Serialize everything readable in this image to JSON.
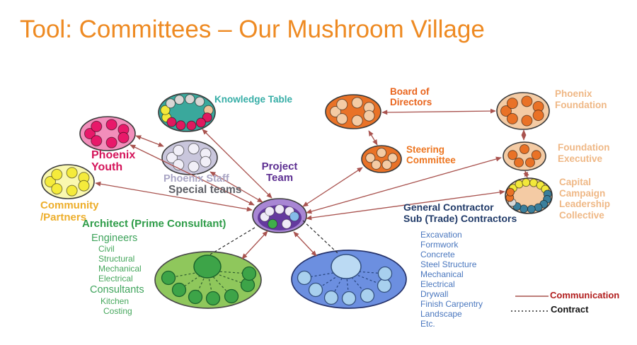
{
  "title": "Tool: Committees – Our Mushroom Village",
  "committees": {
    "knowledge_table": {
      "label": "Knowledge Table"
    },
    "phoenix_youth": {
      "label": "Phoenix\nYouth"
    },
    "community_partners": {
      "label": "Community\n/Partners"
    },
    "phoenix_staff": {
      "label": "Phoenix Staff"
    },
    "special_teams": {
      "label": "Special teams"
    },
    "project_team": {
      "label": "Project\nTeam"
    },
    "board_of_directors": {
      "label": "Board of\nDirectors"
    },
    "steering_committee": {
      "label": "Steering\nCommittee"
    },
    "phoenix_foundation": {
      "label": "Phoenix\nFoundation"
    },
    "foundation_executive": {
      "label": "Foundation\nExecutive"
    },
    "capital_campaign": {
      "label": "Capital\nCampaign\nLeadership\nCollective"
    }
  },
  "architect": {
    "title": "Architect (Prime Consultant)",
    "groups": [
      {
        "name": "Engineers",
        "items": [
          "Civil",
          "Structural",
          "Mechanical",
          "Electrical"
        ]
      },
      {
        "name": "Consultants",
        "items": [
          "Kitchen",
          "Costing"
        ]
      }
    ]
  },
  "general_contractor": {
    "title": "General Contractor\nSub (Trade) Contractors",
    "items": [
      "Excavation",
      "Formwork",
      "Concrete",
      "Steel Structure",
      "Mechanical",
      "Electrical",
      "Drywall",
      "Finish Carpentry",
      "Landscape",
      "Etc."
    ]
  },
  "legend": {
    "communication": "Communication",
    "contract": "Contract"
  },
  "colors": {
    "title_orange": "#EE8A22",
    "communication_line": "#A9534F",
    "contract_line": "#2B2B2B",
    "kt_fill": "#3AA89C",
    "kt_dot_gray": "#D8D6D4",
    "kt_dot_yellow": "#F2E83B",
    "kt_dot_peach": "#F0C49A",
    "kt_dot_crimson": "#DF1A5F",
    "py_fill": "#F28EBB",
    "py_dot": "#E8196A",
    "community_fill": "#FAF8B0",
    "community_dot": "#F5EB3B",
    "staff_fill": "#C9C6DC",
    "staff_dot": "#F1EFF8",
    "pt_outer": "#A886D4",
    "pt_inner": "#64399E",
    "pt_dot_white": "#EFEAF7",
    "pt_dot_green": "#3FAE49",
    "pt_dot_blue": "#85BBE8",
    "orange_fill": "#E97227",
    "peach": "#F4CBA4",
    "cc_dot_teal": "#3A7F9C",
    "cc_dot_silver": "#D8D8D8",
    "green_fill": "#8FC75C",
    "green_node": "#3DA448",
    "green_line": "#2F5F2F",
    "blue_fill": "#6C8FE0",
    "blue_node_big": "#BBDAF3",
    "blue_node": "#A8D0EE",
    "blue_line": "#27457E"
  }
}
